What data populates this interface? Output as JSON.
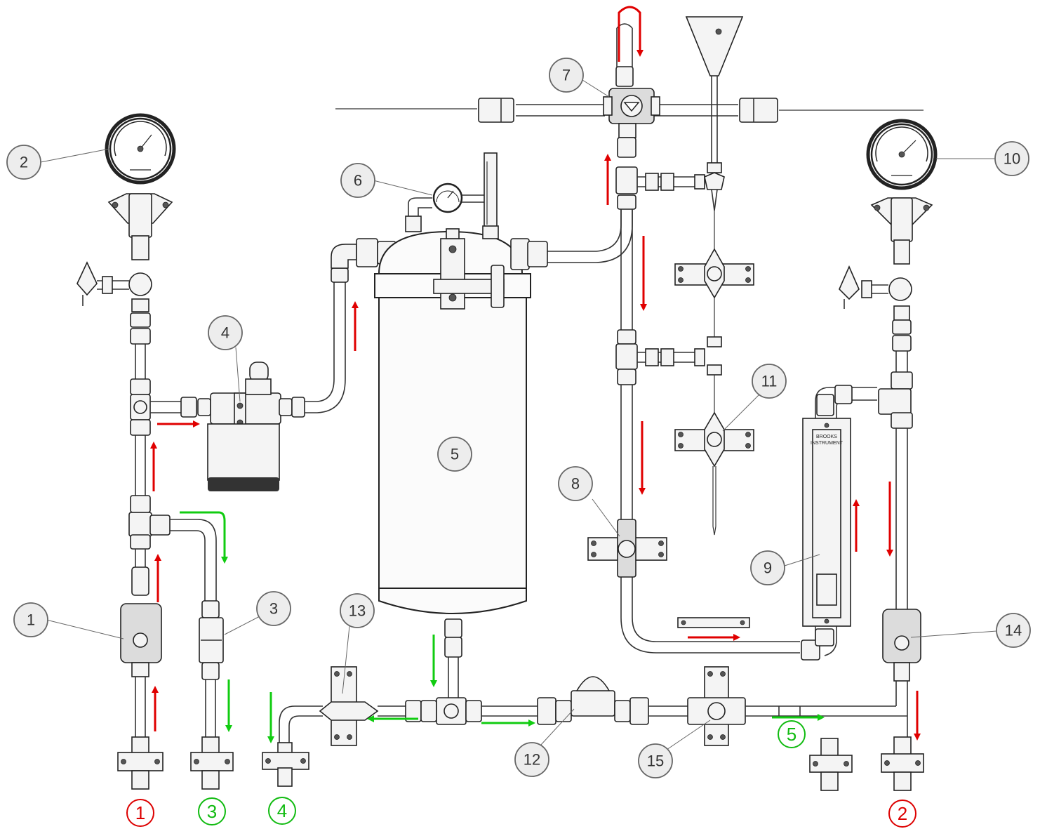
{
  "callouts": [
    {
      "label": "1"
    },
    {
      "label": "2"
    },
    {
      "label": "3"
    },
    {
      "label": "4"
    },
    {
      "label": "5"
    },
    {
      "label": "6"
    },
    {
      "label": "7"
    },
    {
      "label": "8"
    },
    {
      "label": "9"
    },
    {
      "label": "10"
    },
    {
      "label": "11"
    },
    {
      "label": "12"
    },
    {
      "label": "13"
    },
    {
      "label": "14"
    },
    {
      "label": "15"
    }
  ],
  "ports": {
    "red": [
      {
        "label": "1"
      },
      {
        "label": "2"
      }
    ],
    "green": [
      {
        "label": "3"
      },
      {
        "label": "4"
      },
      {
        "label": "5"
      }
    ]
  },
  "flowmeter": {
    "brand": "BROOKS",
    "sub": "INSTRUMENT"
  },
  "colors": {
    "supply_flow": "#e00000",
    "return_flow": "#11cc11",
    "callout_fill": "#ededed"
  }
}
